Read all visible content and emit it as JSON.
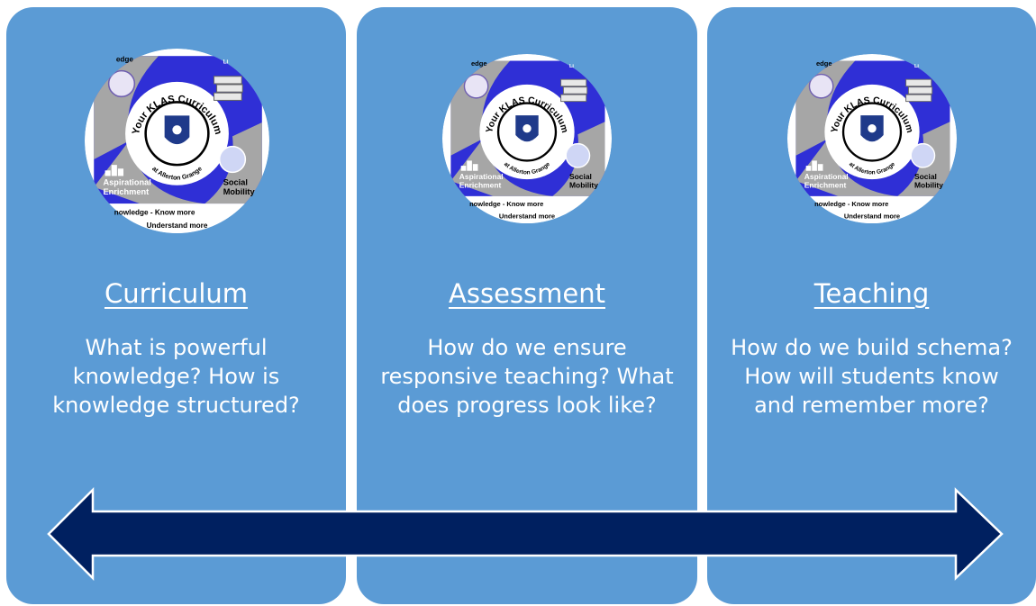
{
  "panels": [
    {
      "heading": "Curriculum",
      "body": "What is powerful knowledge? How is knowledge structured?",
      "emblem": {
        "ring_title": "Your KLAS Curriculum",
        "ring_subtitle": "at Allerton Grange",
        "top_left": "edge",
        "top_right": "Li",
        "left_label_1": "Aspirational",
        "left_label_2": "Enrichment",
        "right_label_1": "Social",
        "right_label_2": "Mobility",
        "line1": "nowledge - Know more",
        "line2": "Understand more"
      }
    },
    {
      "heading": "Assessment",
      "body": "How do we ensure responsive teaching? What does progress look like?",
      "emblem": {
        "ring_title": "Your KLAS Curriculum",
        "ring_subtitle": "at Allerton Grange",
        "top_left": "edge",
        "top_right": "Li",
        "left_label_1": "Aspirational",
        "left_label_2": "Enrichment",
        "right_label_1": "Social",
        "right_label_2": "Mobility",
        "line1": "nowledge - Know more",
        "line2": "Understand more"
      }
    },
    {
      "heading": "Teaching",
      "body": "How do we build schema? How will students know and remember more?",
      "emblem": {
        "ring_title": "Your KLAS Curriculum",
        "ring_subtitle": "at Allerton Grange",
        "top_left": "edge",
        "top_right": "Li",
        "left_label_1": "Aspirational",
        "left_label_2": "Enrichment",
        "right_label_1": "Social",
        "right_label_2": "Mobility",
        "line1": "nowledge - Know more",
        "line2": "Understand more"
      }
    }
  ],
  "colors": {
    "panel": "#5b9bd5",
    "arrow_fill": "#002060",
    "arrow_outline": "#ffffff",
    "emblem_blue": "#2f2fd6",
    "emblem_grey": "#a6a6a6"
  }
}
